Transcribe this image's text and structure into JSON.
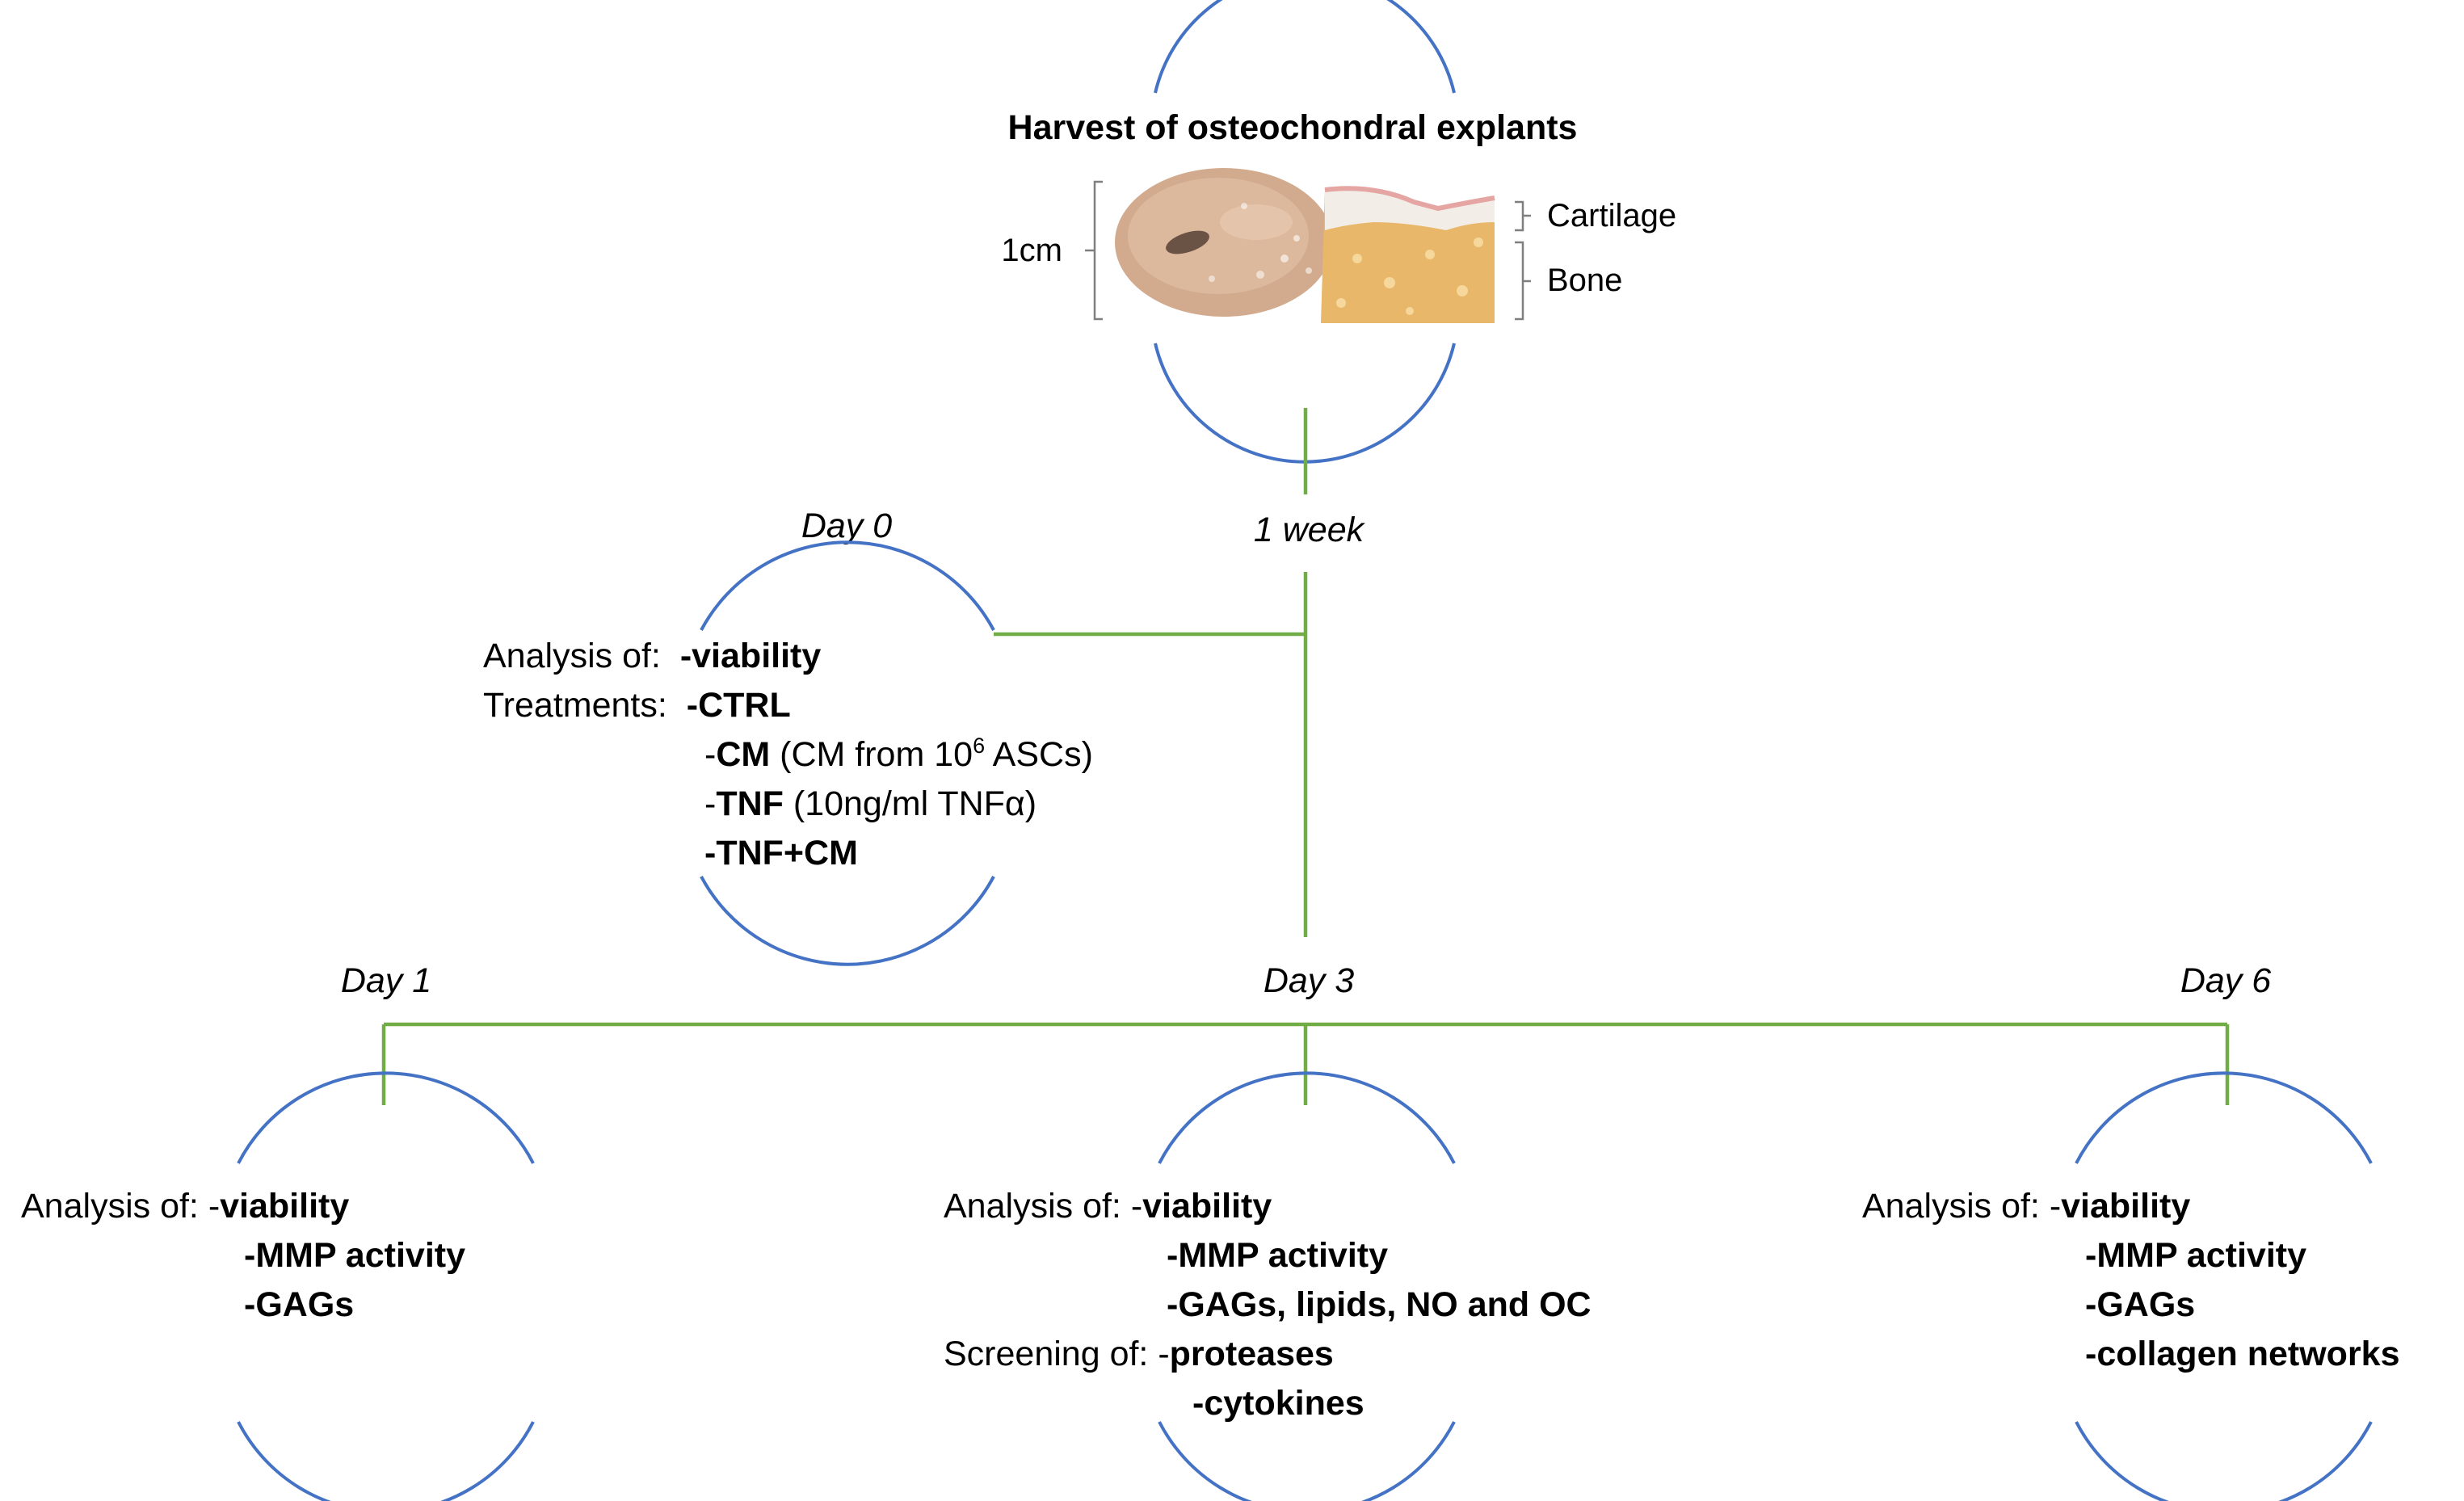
{
  "colors": {
    "arc": "#4472c4",
    "connector": "#70ad47",
    "text": "#000000",
    "bracket": "#7f7f7f"
  },
  "harvest": {
    "title": "Harvest of osteochondral explants",
    "size_label": "1cm",
    "layer_top": "Cartilage",
    "layer_bottom": "Bone",
    "time_label": "1 week"
  },
  "day0": {
    "day_label": "Day 0",
    "analysis_prefix": "Analysis of:",
    "analysis_item": "-viability",
    "treatments_prefix": "Treatments:",
    "t_ctrl": "-CTRL",
    "t_cm_dash": "-",
    "t_cm_name": "CM",
    "t_cm_desc_a": " (CM from 10",
    "t_cm_sup": "6",
    "t_cm_desc_b": " ASCs)",
    "t_tnf_dash": "-",
    "t_tnf_name": "TNF",
    "t_tnf_desc": " (10ng/ml TNFα)",
    "t_tnfcm": "-TNF+CM"
  },
  "day1": {
    "day_label": "Day 1",
    "analysis_prefix": "Analysis of: -",
    "items": [
      "viability",
      "-MMP activity",
      "-GAGs"
    ]
  },
  "day3": {
    "day_label": "Day 3",
    "analysis_prefix": "Analysis of: -",
    "items": [
      "viability",
      "-MMP activity",
      "-GAGs, lipids, NO and OC"
    ],
    "screening_prefix": "Screening of: -",
    "screening_items": [
      "proteases",
      "-cytokines"
    ]
  },
  "day6": {
    "day_label": "Day 6",
    "analysis_prefix": "Analysis of: -",
    "items": [
      "viability",
      "-MMP activity",
      "-GAGs",
      "-collagen networks"
    ]
  }
}
